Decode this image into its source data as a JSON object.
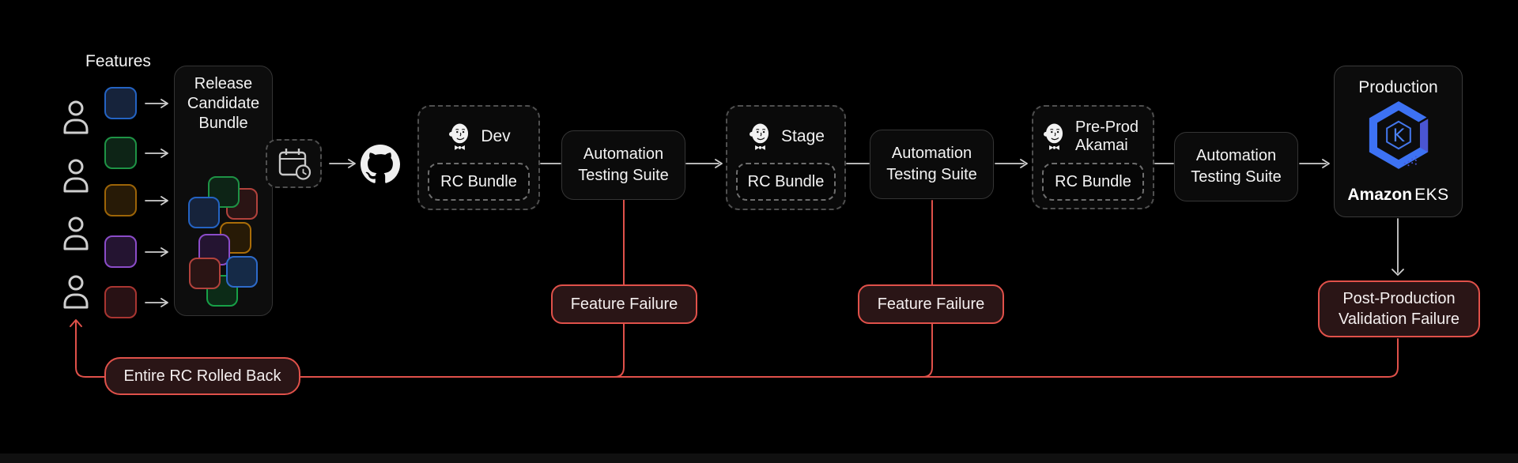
{
  "colors": {
    "background": "#000000",
    "accent_red": "#e0514a",
    "red_box_fill": "#2a1516",
    "wire_gray": "#cfcfcf",
    "eks_blue": "#3d72f3",
    "eks_indigo": "#4a55d2"
  },
  "features": {
    "title": "Features",
    "items": [
      {
        "name": "feature-blue",
        "border": "#2463c3",
        "fill": "#16233b"
      },
      {
        "name": "feature-green",
        "border": "#1e9345",
        "fill": "#0d2416"
      },
      {
        "name": "feature-amber",
        "border": "#9c6407",
        "fill": "#271a06"
      },
      {
        "name": "feature-purple",
        "border": "#8b4cc9",
        "fill": "#241431"
      },
      {
        "name": "feature-red",
        "border": "#a93531",
        "fill": "#281114"
      }
    ]
  },
  "bundle": {
    "title": "Release Candidate Bundle",
    "squares": [
      {
        "name": "red",
        "border": "#b2423c",
        "fill": "#2a1414"
      },
      {
        "name": "green",
        "border": "#1e9345",
        "fill": "#0d2416"
      },
      {
        "name": "blue",
        "border": "#2463c3",
        "fill": "#16233b"
      },
      {
        "name": "orange",
        "border": "#aa6d08",
        "fill": "#271a06"
      },
      {
        "name": "purple",
        "border": "#8b4cc9",
        "fill": "#241431"
      },
      {
        "name": "green-2",
        "border": "#17a047",
        "fill": "#0c2b17"
      },
      {
        "name": "dark-red",
        "border": "#b2423c",
        "fill": "#2a1414"
      },
      {
        "name": "blue-2",
        "border": "#2e6bca",
        "fill": "#152a47"
      }
    ]
  },
  "pipeline": {
    "testing_suite": "Automation Testing Suite",
    "stages": [
      {
        "env": "Dev",
        "bundle_label": "RC Bundle"
      },
      {
        "env": "Stage",
        "bundle_label": "RC Bundle"
      },
      {
        "env": "Pre-Prod Akamai",
        "bundle_label": "RC Bundle"
      }
    ]
  },
  "production": {
    "title": "Production",
    "logo_letter": "K",
    "logo_bold": "Amazon",
    "logo_light": "EKS"
  },
  "failures": {
    "feature_1": "Feature Failure",
    "feature_2": "Feature Failure",
    "post_production": "Post-Production Validation Failure",
    "rollback": "Entire RC Rolled Back"
  }
}
